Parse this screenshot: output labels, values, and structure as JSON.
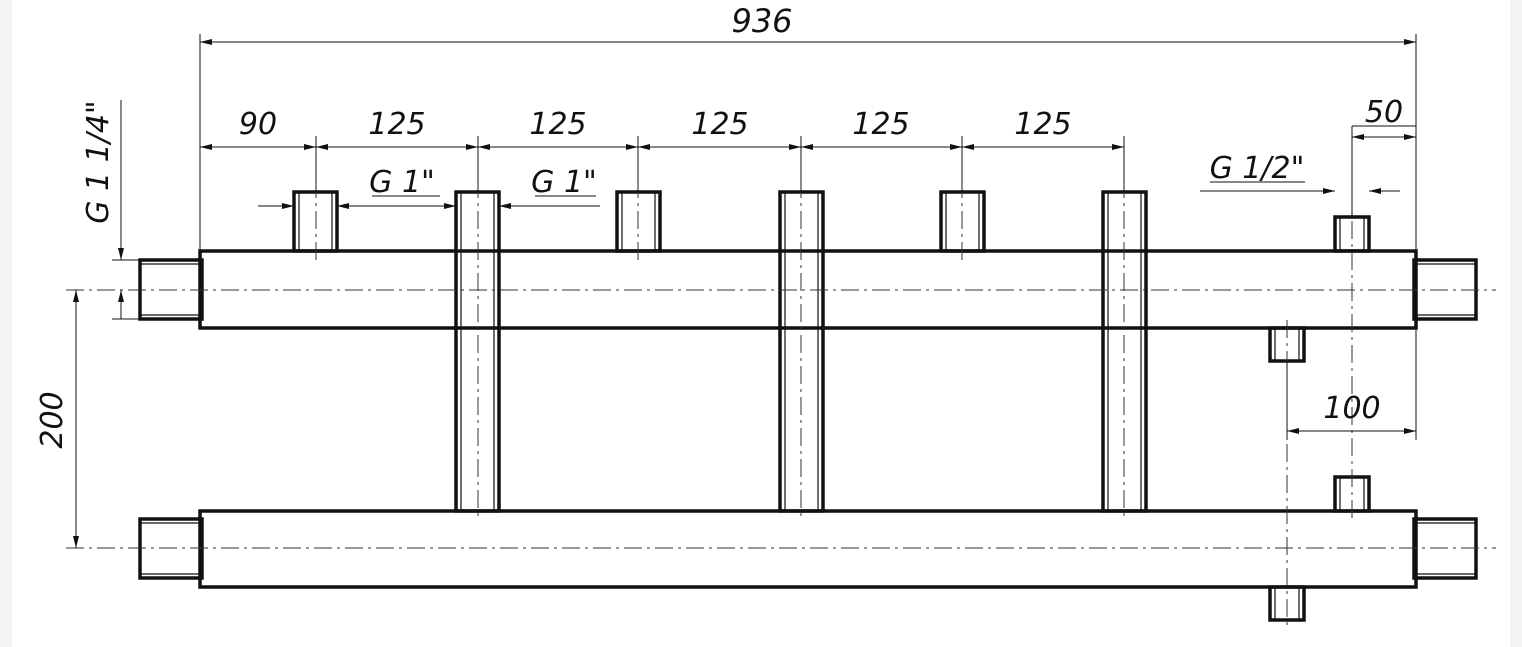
{
  "drawing": {
    "overall_length": "936",
    "spacing_first": "90",
    "spacing_1": "125",
    "spacing_2": "125",
    "spacing_3": "125",
    "spacing_4": "125",
    "spacing_5": "125",
    "offset_right_top": "50",
    "offset_right_lower": "100",
    "header_distance": "200",
    "thread_main": "G 1 1/4\"",
    "thread_branch_a": "G 1\"",
    "thread_branch_b": "G 1\"",
    "thread_small": "G 1/2\""
  }
}
